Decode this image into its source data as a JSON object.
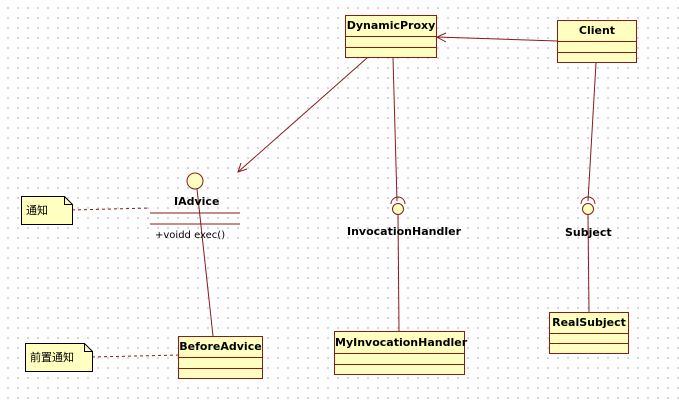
{
  "classes": {
    "dynamic_proxy": "DynamicProxy",
    "client": "Client",
    "before_advice": "BeforeAdvice",
    "my_invocation_handler": "MyInvocationHandler",
    "real_subject": "RealSubject"
  },
  "interfaces": {
    "iadvice": {
      "name": "IAdvice",
      "operation": "+voidd exec()"
    },
    "invocation_handler": {
      "name": "InvocationHandler"
    },
    "subject": {
      "name": "Subject"
    }
  },
  "notes": {
    "advice_note": "通知",
    "before_note": "前置通知"
  },
  "colors": {
    "class_fill": "#ffffc0",
    "border": "#8b1a1a",
    "connector": "#8b1a1a"
  }
}
